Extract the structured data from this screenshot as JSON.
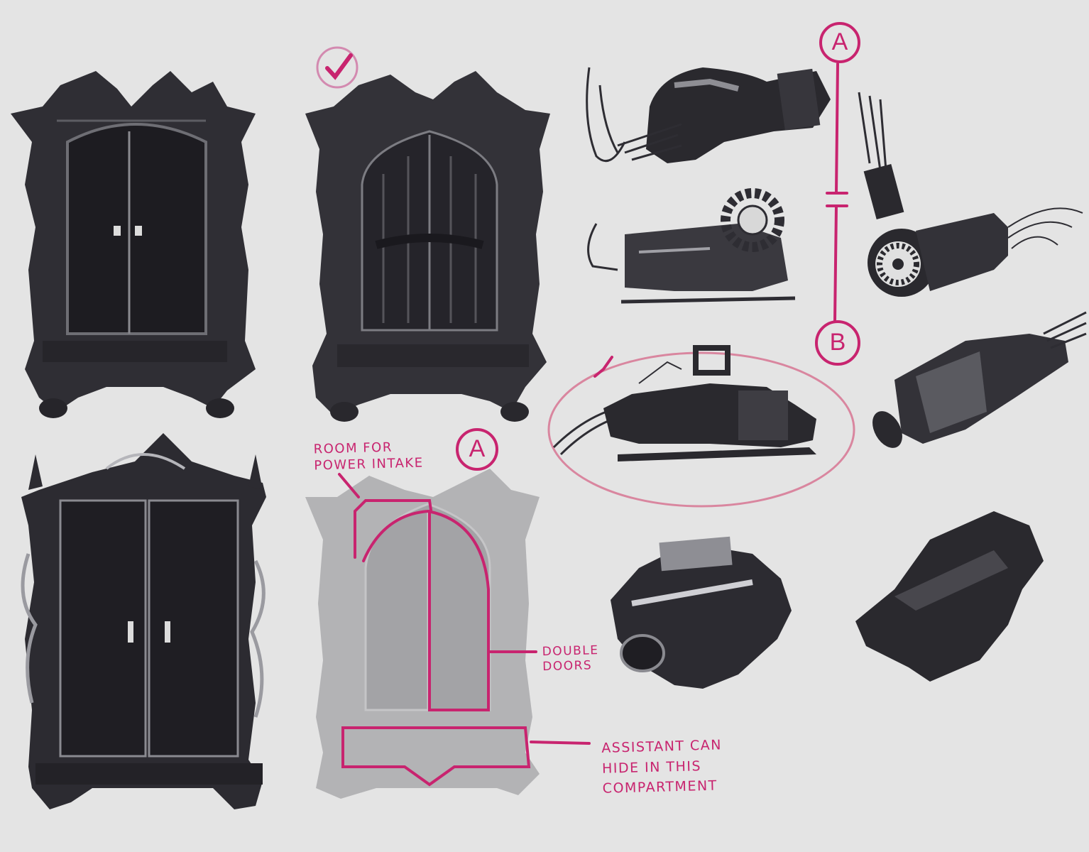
{
  "annotations": {
    "label_a_top": "A",
    "label_b": "B",
    "label_a_wardrobe": "A",
    "room_for_power_intake": "ROOM FOR POWER INTAKE",
    "double_doors": "DOUBLE DOORS",
    "assistant_can_hide": "ASSISTANT CAN HIDE IN THIS COMPARTMENT"
  },
  "colors": {
    "background": "#e4e4e4",
    "ink": "#2e2d33",
    "ink_dark": "#1e1d22",
    "highlight": "#8a8a90",
    "markup": "#c8246f",
    "faded_ink": "#b3b3b5"
  }
}
